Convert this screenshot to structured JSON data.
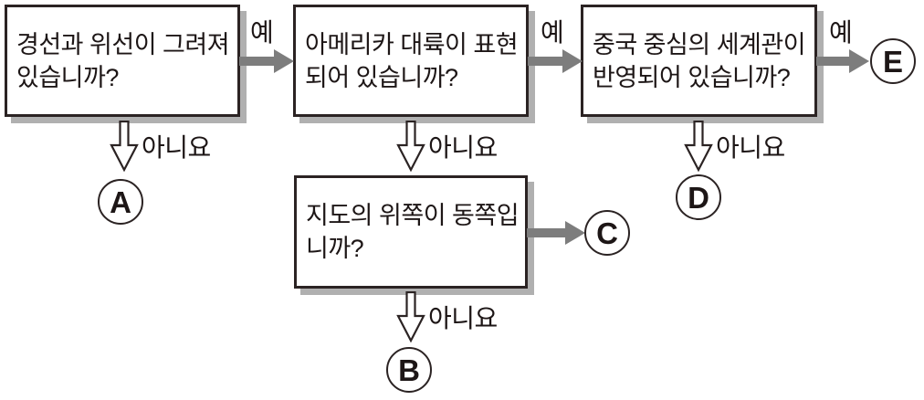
{
  "diagram": {
    "yes_label": "예",
    "no_label": "아니요",
    "boxes": [
      {
        "id": "q1",
        "lines": [
          "경선과 위선이 그려져",
          "있습니까?"
        ]
      },
      {
        "id": "q2",
        "lines": [
          "아메리카 대륙이 표현",
          "되어 있습니까?"
        ]
      },
      {
        "id": "q3",
        "lines": [
          "중국 중심의 세계관이",
          "반영되어 있습니까?"
        ]
      },
      {
        "id": "q4",
        "lines": [
          "지도의 위쪽이 동쪽입",
          "니까?"
        ]
      }
    ],
    "terminals": [
      {
        "id": "A",
        "label": "A"
      },
      {
        "id": "B",
        "label": "B"
      },
      {
        "id": "C",
        "label": "C"
      },
      {
        "id": "D",
        "label": "D"
      },
      {
        "id": "E",
        "label": "E"
      }
    ],
    "colors": {
      "arrow_gray": "#7d7d7d",
      "border_dark": "#2b2323",
      "shadow_gray": "#b0b0b0",
      "background": "#ffffff"
    }
  }
}
